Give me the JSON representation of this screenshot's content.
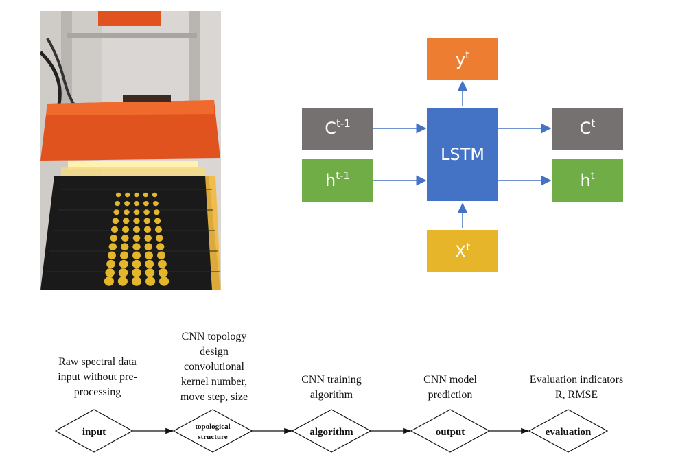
{
  "lstm": {
    "center": "LSTM",
    "output": "y",
    "cell_prev": "C",
    "hidden_prev": "h",
    "input": "X",
    "cell_out": "C",
    "hidden_out": "h",
    "sup_t": "t",
    "sup_t_minus_1": "t-1",
    "colors": {
      "lstm": "#4472C4",
      "output": "#ED7D31",
      "cell": "#767171",
      "hidden": "#70AD47",
      "input": "#E6B52A",
      "arrow": "#4472C4"
    }
  },
  "flow": {
    "captions": [
      [
        "Raw spectral data",
        "input without pre-",
        "processing"
      ],
      [
        "CNN topology",
        "design",
        "convolutional",
        "kernel number,",
        "move step, size"
      ],
      [
        "CNN training",
        "algorithm"
      ],
      [
        "CNN model",
        "prediction"
      ],
      [
        "Evaluation indicators",
        "R, RMSE"
      ]
    ],
    "nodes": {
      "input": "input",
      "topology_line1": "topological",
      "topology_line2": "structure",
      "algorithm": "algorithm",
      "output": "output",
      "evaluation": "evaluation"
    }
  },
  "photo": {
    "device_color": "#E0531E"
  }
}
